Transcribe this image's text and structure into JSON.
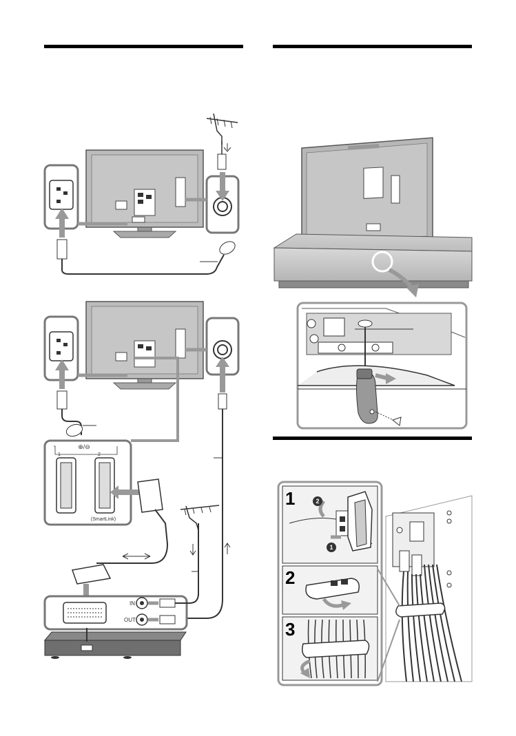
{
  "labels": {
    "scart_header": "⊕/⊖",
    "socket_1": "1",
    "socket_2": "2",
    "smartlink": "(SmartLink)",
    "in": "IN",
    "out": "OUT"
  },
  "steps": {
    "step1": "1",
    "step2": "2",
    "step3": "3",
    "sub_a": "2",
    "sub_b": "1"
  }
}
